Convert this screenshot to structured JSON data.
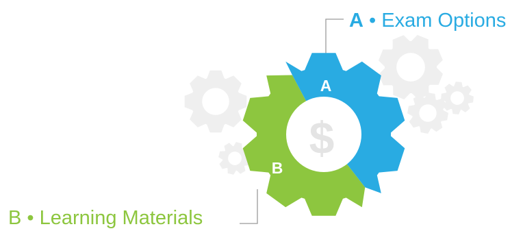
{
  "segment_a": {
    "letter": "A",
    "separator": "•",
    "label": "Exam Options",
    "color": "#29abe2"
  },
  "segment_b": {
    "letter": "B",
    "separator": "•",
    "label": "Learning Materials",
    "color": "#8dc63f"
  },
  "center_symbol": "$",
  "colors": {
    "gear_blue": "#29abe2",
    "gear_green": "#8dc63f",
    "background_gears": "#efefef",
    "leader_line": "#9a9a9a",
    "center_symbol": "#e4e4e4"
  },
  "icons": [
    "main-gear-icon",
    "background-gear-icon",
    "dollar-icon"
  ]
}
